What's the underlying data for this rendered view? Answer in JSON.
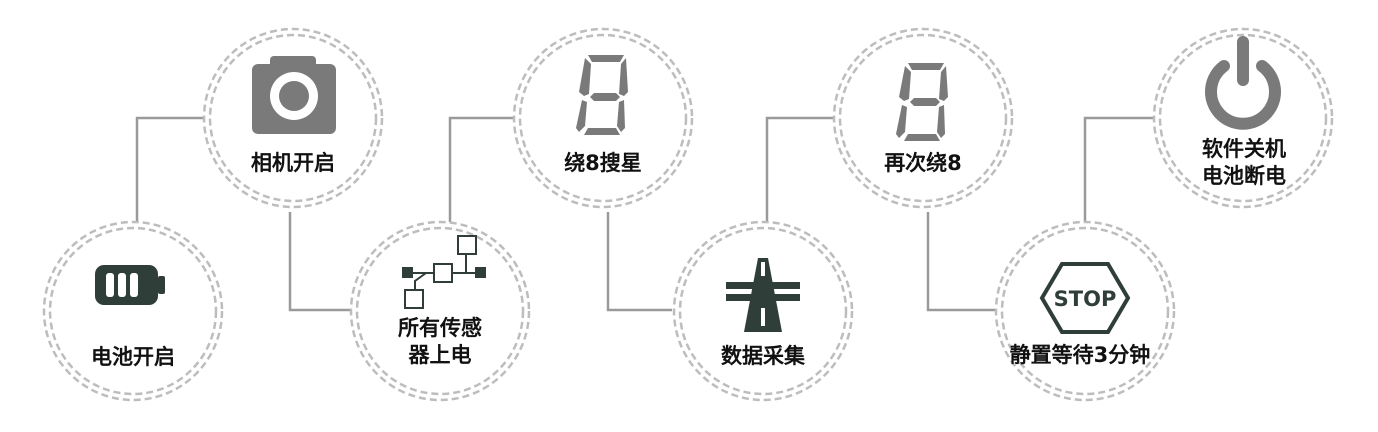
{
  "colors": {
    "ring": "#bdbdbd",
    "connector": "#9a9a9a",
    "icon_gray": "#7a7a7a",
    "icon_dark": "#2f3e38",
    "text": "#111111"
  },
  "steps": [
    {
      "icon": "battery-icon",
      "lines": [
        "电池开启"
      ]
    },
    {
      "icon": "camera-icon",
      "lines": [
        "相机开启"
      ]
    },
    {
      "icon": "sensor-network-icon",
      "lines": [
        "所有传感",
        "器上电"
      ]
    },
    {
      "icon": "seven-segment-8-icon",
      "lines": [
        "绕8搜星"
      ]
    },
    {
      "icon": "highway-icon",
      "lines": [
        "数据采集"
      ]
    },
    {
      "icon": "seven-segment-8-icon",
      "lines": [
        "再次绕8"
      ]
    },
    {
      "icon": "stop-sign-icon",
      "lines": [
        "静置等待3分钟"
      ]
    },
    {
      "icon": "power-icon",
      "lines": [
        "软件关机",
        "电池断电"
      ]
    }
  ]
}
